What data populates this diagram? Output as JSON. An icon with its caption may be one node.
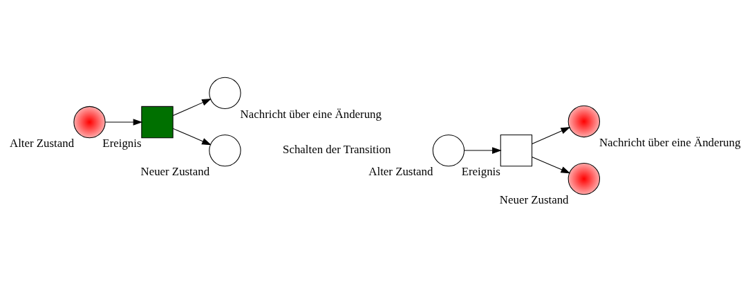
{
  "diagram": {
    "nodes": [
      {
        "text": [
          "Nachricht über eine Änderung"
        ]
      },
      {
        "text": [
          "Alter Zustand"
        ]
      },
      {
        "text": [
          "Ereignis"
        ]
      },
      {
        "text": [
          "Neuer Zustand"
        ]
      },
      {
        "text": [
          "Nachricht über eine Änderung"
        ]
      },
      {
        "text": [
          "Alter Zustand"
        ]
      },
      {
        "text": [
          "Ereignis"
        ]
      },
      {
        "text": [
          "Neuer Zustand"
        ]
      }
    ],
    "edges": [
      {
        "from": 1,
        "to": 2,
        "arrow": "to"
      },
      {
        "from": 2,
        "to": 3,
        "arrow": "to"
      },
      {
        "from": 2,
        "to": 0,
        "arrow": "to"
      },
      {
        "from": 5,
        "to": 6,
        "arrow": "to"
      },
      {
        "from": 6,
        "to": 7,
        "arrow": "to"
      },
      {
        "from": 6,
        "to": 4,
        "arrow": "to"
      }
    ],
    "labels": [
      "Schalten der Transition"
    ]
  }
}
